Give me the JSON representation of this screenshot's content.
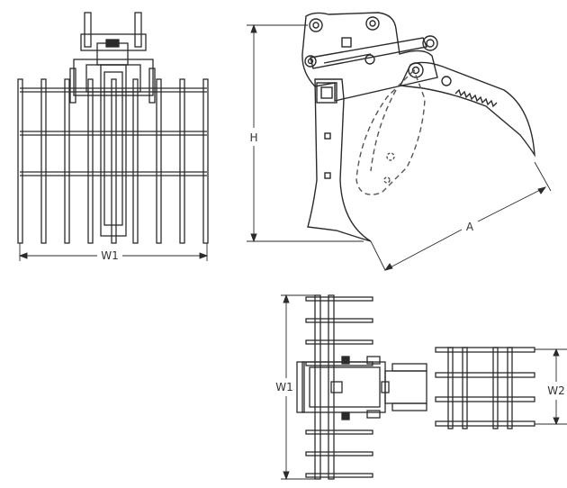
{
  "diagram": {
    "ink_color": "#2b2b2b",
    "dash_color": "#555555",
    "labels": {
      "front_width": "W1",
      "side_height": "H",
      "side_opening": "A",
      "top_width": "W1",
      "top_thumb_width": "W2"
    },
    "views": [
      "front-view",
      "side-view",
      "top-view"
    ]
  }
}
